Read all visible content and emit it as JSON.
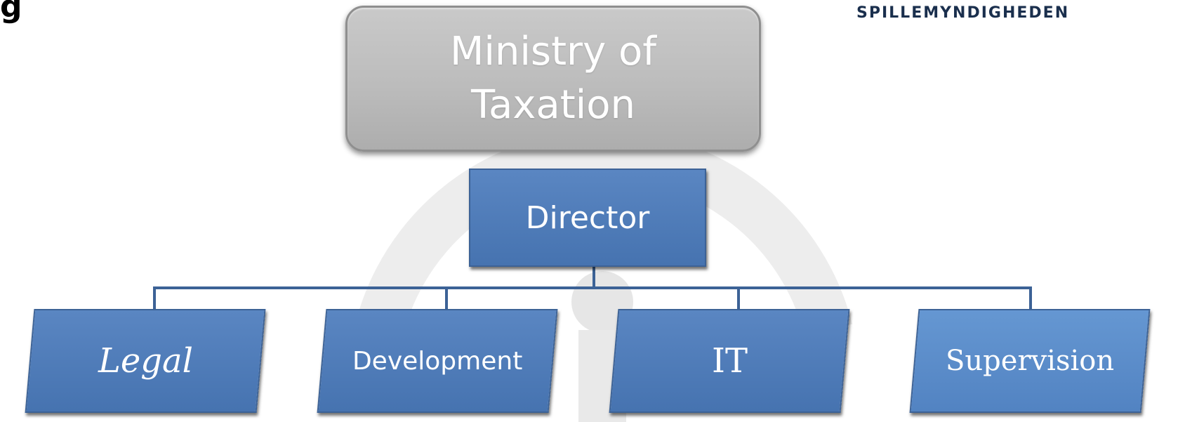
{
  "header": {
    "title_partial": "g",
    "brand": "SPILLEMYNDIGHEDEN"
  },
  "org_chart": {
    "parent": "Ministry of Taxation",
    "head": "Director",
    "departments": [
      {
        "label": "Legal"
      },
      {
        "label": "Development"
      },
      {
        "label": "IT"
      },
      {
        "label": "Supervision"
      }
    ]
  },
  "colors": {
    "box_blue": "#4f7dbd",
    "parent_gray": "#bdbdbd",
    "connector": "#3c6296",
    "brand_text": "#1a2f4d"
  }
}
